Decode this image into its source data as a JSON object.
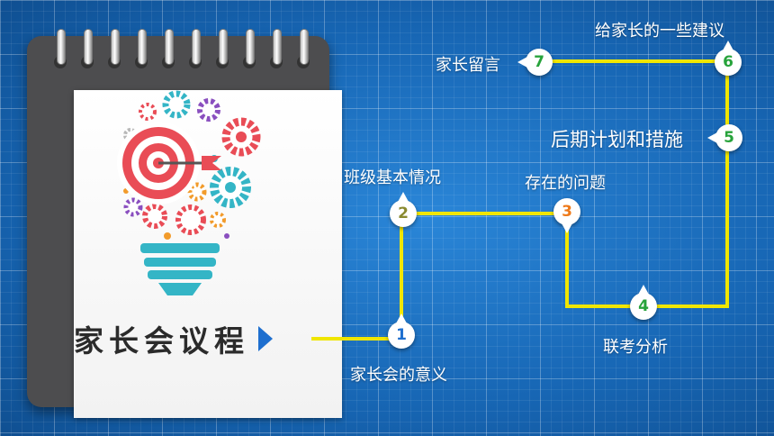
{
  "agenda": {
    "title": "家长会议程",
    "title_icon": "play-triangle-icon",
    "accent_color": "#1e6fcf",
    "line_color": "#f0e600",
    "steps": [
      {
        "number": "1",
        "label": "家长会的意义",
        "color": "#1e6fcf"
      },
      {
        "number": "2",
        "label": "班级基本情况",
        "color": "#8a8a30"
      },
      {
        "number": "3",
        "label": "存在的问题",
        "color": "#ee7a1a"
      },
      {
        "number": "4",
        "label": "联考分析",
        "color": "#27a33b"
      },
      {
        "number": "5",
        "label": "后期计划和措施",
        "color": "#27a33b"
      },
      {
        "number": "6",
        "label": "给家长的一些建议",
        "color": "#27a33b"
      },
      {
        "number": "7",
        "label": "家长留言",
        "color": "#27a33b"
      }
    ]
  },
  "illustration": {
    "icon": "lightbulb-gears-target-icon",
    "colors": [
      "#e94c56",
      "#34b5c6",
      "#f29b2b",
      "#8a4fbf",
      "#b8b8b8"
    ]
  }
}
